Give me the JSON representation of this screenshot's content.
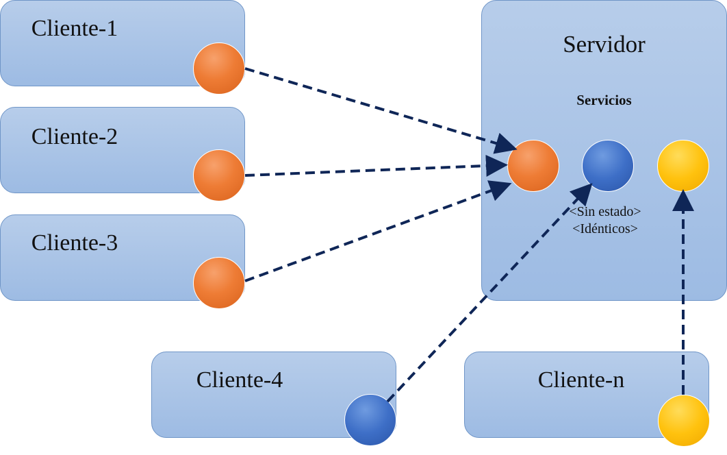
{
  "clients": [
    {
      "label": "Cliente-1"
    },
    {
      "label": "Cliente-2"
    },
    {
      "label": "Cliente-3"
    },
    {
      "label": "Cliente-4"
    },
    {
      "label": "Cliente-n"
    }
  ],
  "server": {
    "title": "Servidor",
    "subtitle": "Servicios",
    "note_line1": "<Sin estado>",
    "note_line2": "<Idénticos>"
  },
  "colors": {
    "box_fill": "#a9c4e8",
    "box_border": "#6f95c7",
    "orange": "#ee7c35",
    "blue": "#3e6fc7",
    "yellow": "#ffc20e",
    "arrow": "#0f2657"
  }
}
